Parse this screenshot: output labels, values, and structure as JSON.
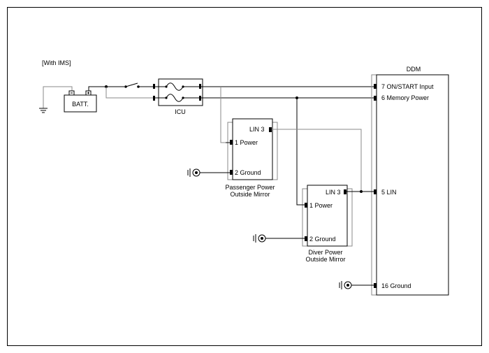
{
  "diagram": {
    "condition_label": "[With IMS]",
    "battery_label": "BATT.",
    "icu_label": "ICU",
    "ddm": {
      "title": "DDM",
      "pins": {
        "on_start": "7 ON/START Input",
        "memory_power": "6 Memory Power",
        "lin": "5 LIN",
        "ground": "16 Ground"
      }
    },
    "passenger_mirror": {
      "pins": {
        "lin": "LIN 3",
        "power": "1 Power",
        "ground": "2 Ground"
      },
      "caption_line1": "Passenger Power",
      "caption_line2": "Outside Mirror"
    },
    "driver_mirror": {
      "pins": {
        "lin": "LIN 3",
        "power": "1 Power",
        "ground": "2 Ground"
      },
      "caption_line1": "Diver Power",
      "caption_line2": "Outside Mirror"
    }
  }
}
